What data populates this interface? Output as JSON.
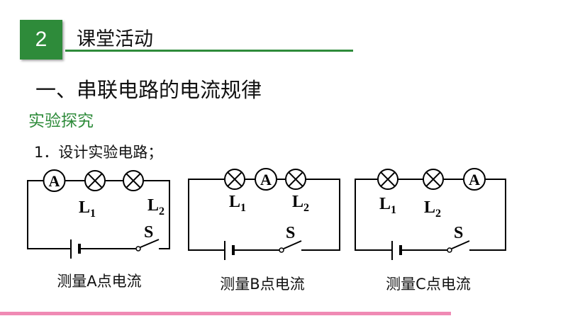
{
  "header": {
    "badge_number": "2",
    "title": "课堂活动",
    "accent_color": "#2e8b3a"
  },
  "section_heading": "一、串联电路的电流规律",
  "subheading": "实验探究",
  "step": "1．设计实验电路；",
  "circuits": [
    {
      "ammeter_label": "A",
      "lamp1_label": "L",
      "lamp1_sub": "1",
      "lamp2_label": "L",
      "lamp2_sub": "2",
      "switch_label": "S",
      "caption": "测量A点电流"
    },
    {
      "ammeter_label": "A",
      "lamp1_label": "L",
      "lamp1_sub": "1",
      "lamp2_label": "L",
      "lamp2_sub": "2",
      "switch_label": "S",
      "caption": "测量B点电流"
    },
    {
      "ammeter_label": "A",
      "lamp1_label": "L",
      "lamp1_sub": "1",
      "lamp2_label": "L",
      "lamp2_sub": "2",
      "switch_label": "S",
      "caption": "测量C点电流"
    }
  ],
  "bottom_bar_color": "#f08ab4"
}
